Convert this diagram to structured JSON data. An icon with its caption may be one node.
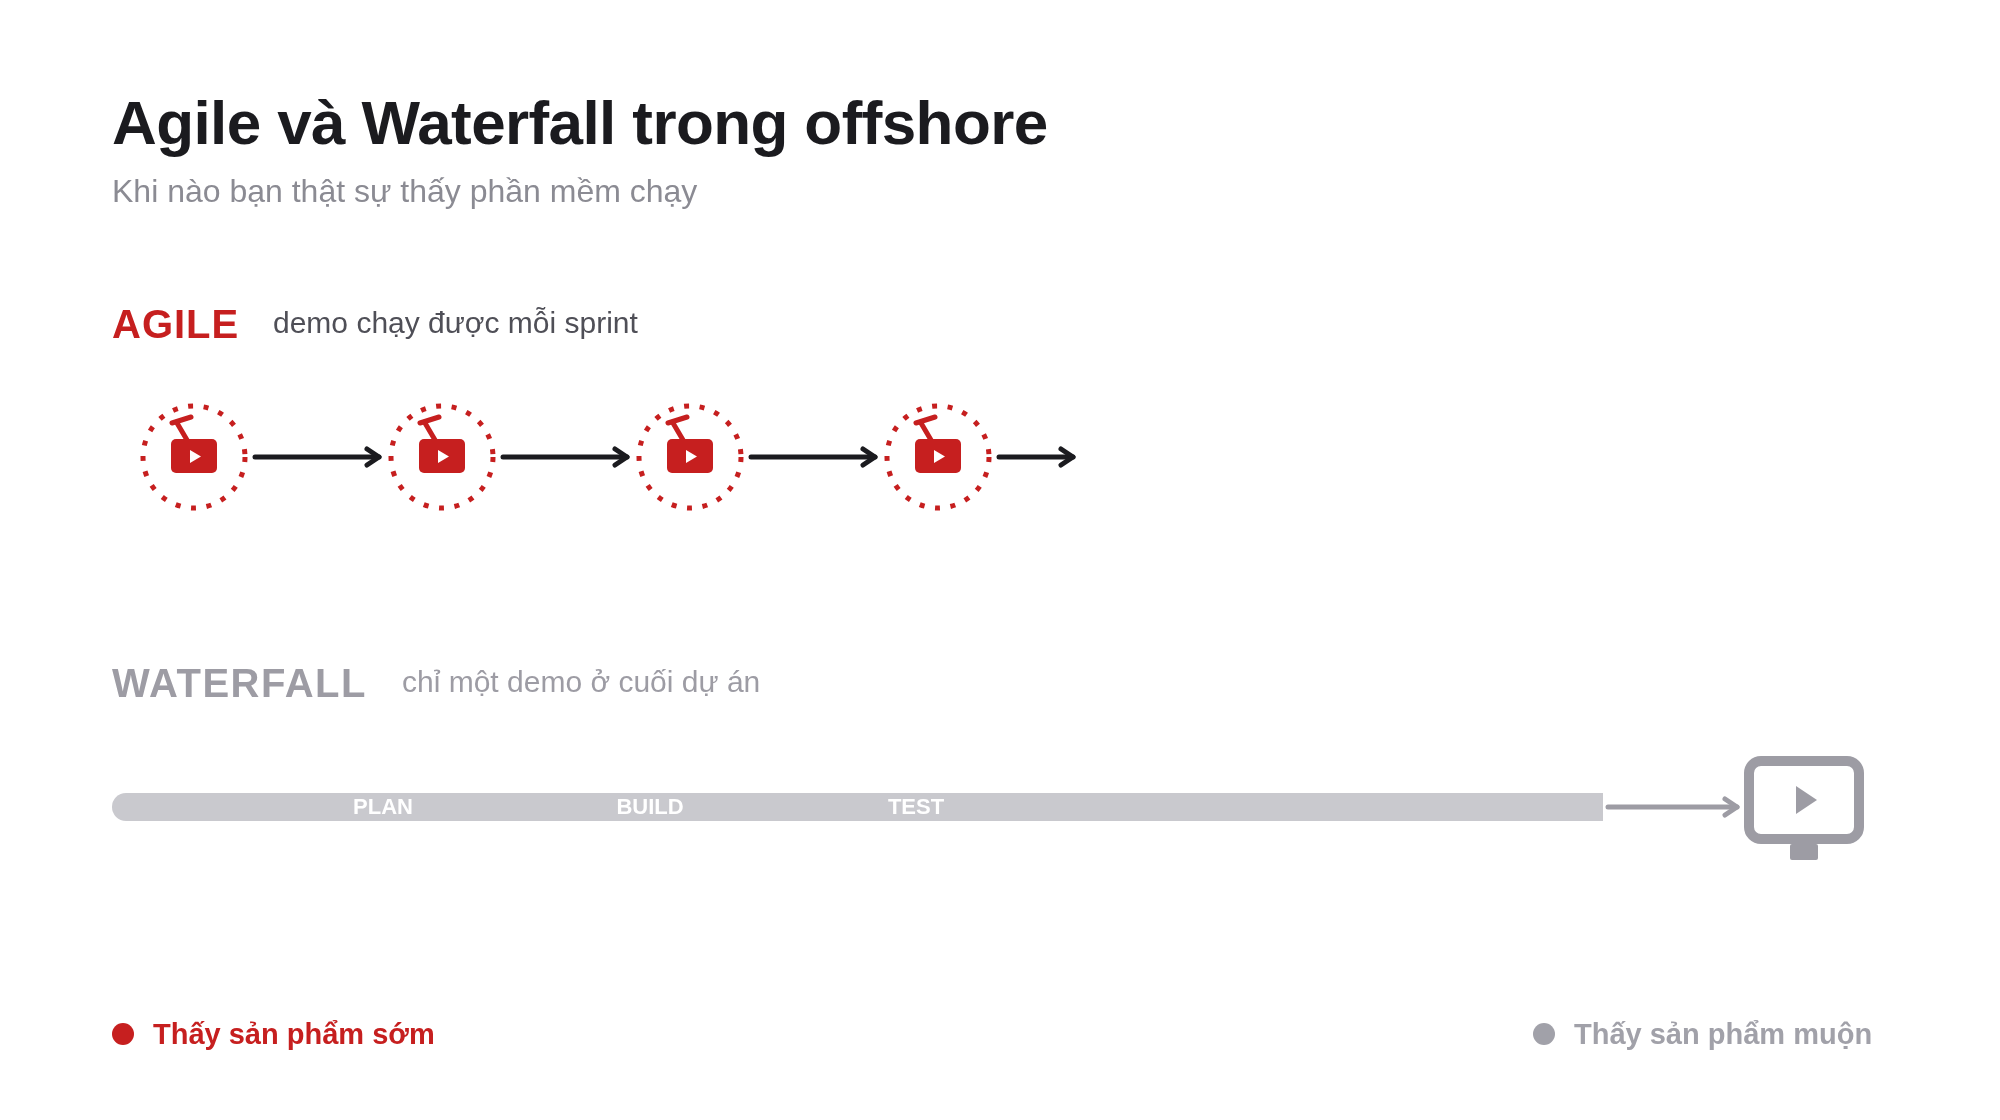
{
  "diagram": {
    "title": "Agile và Waterfall trong offshore",
    "nodes": [
      {
        "text": [],
        "shape": "picture"
      },
      {
        "text": [],
        "shape": "picture"
      },
      {
        "text": [],
        "shape": "picture"
      },
      {
        "text": [],
        "shape": "picture"
      },
      {
        "text": [
          "PLAN",
          "BUILD",
          "TEST"
        ]
      },
      {
        "text": [],
        "shape": "picture"
      }
    ],
    "edges": [
      {
        "from": 0,
        "to": 1,
        "arrow": "to"
      },
      {
        "from": 1,
        "to": 2,
        "arrow": "to"
      },
      {
        "from": 2,
        "to": 3,
        "arrow": "to"
      },
      {
        "from": 3,
        "to": null,
        "arrow": "to"
      },
      {
        "from": 4,
        "to": 5,
        "arrow": "to",
        "color": "#9d9ca4"
      }
    ],
    "labels": [
      "Khi nào bạn thật sự thấy phần mềm chạy",
      "AGILE",
      "demo chạy được mỗi sprint",
      "WATERFALL",
      "chỉ một demo ở cuối dự án"
    ],
    "legend": [
      {
        "text": "Thấy sản phẩm sớm",
        "color": "#c61f1f"
      },
      {
        "text": "Thấy sản phẩm muộn",
        "color": "#a1a1a9"
      }
    ]
  }
}
